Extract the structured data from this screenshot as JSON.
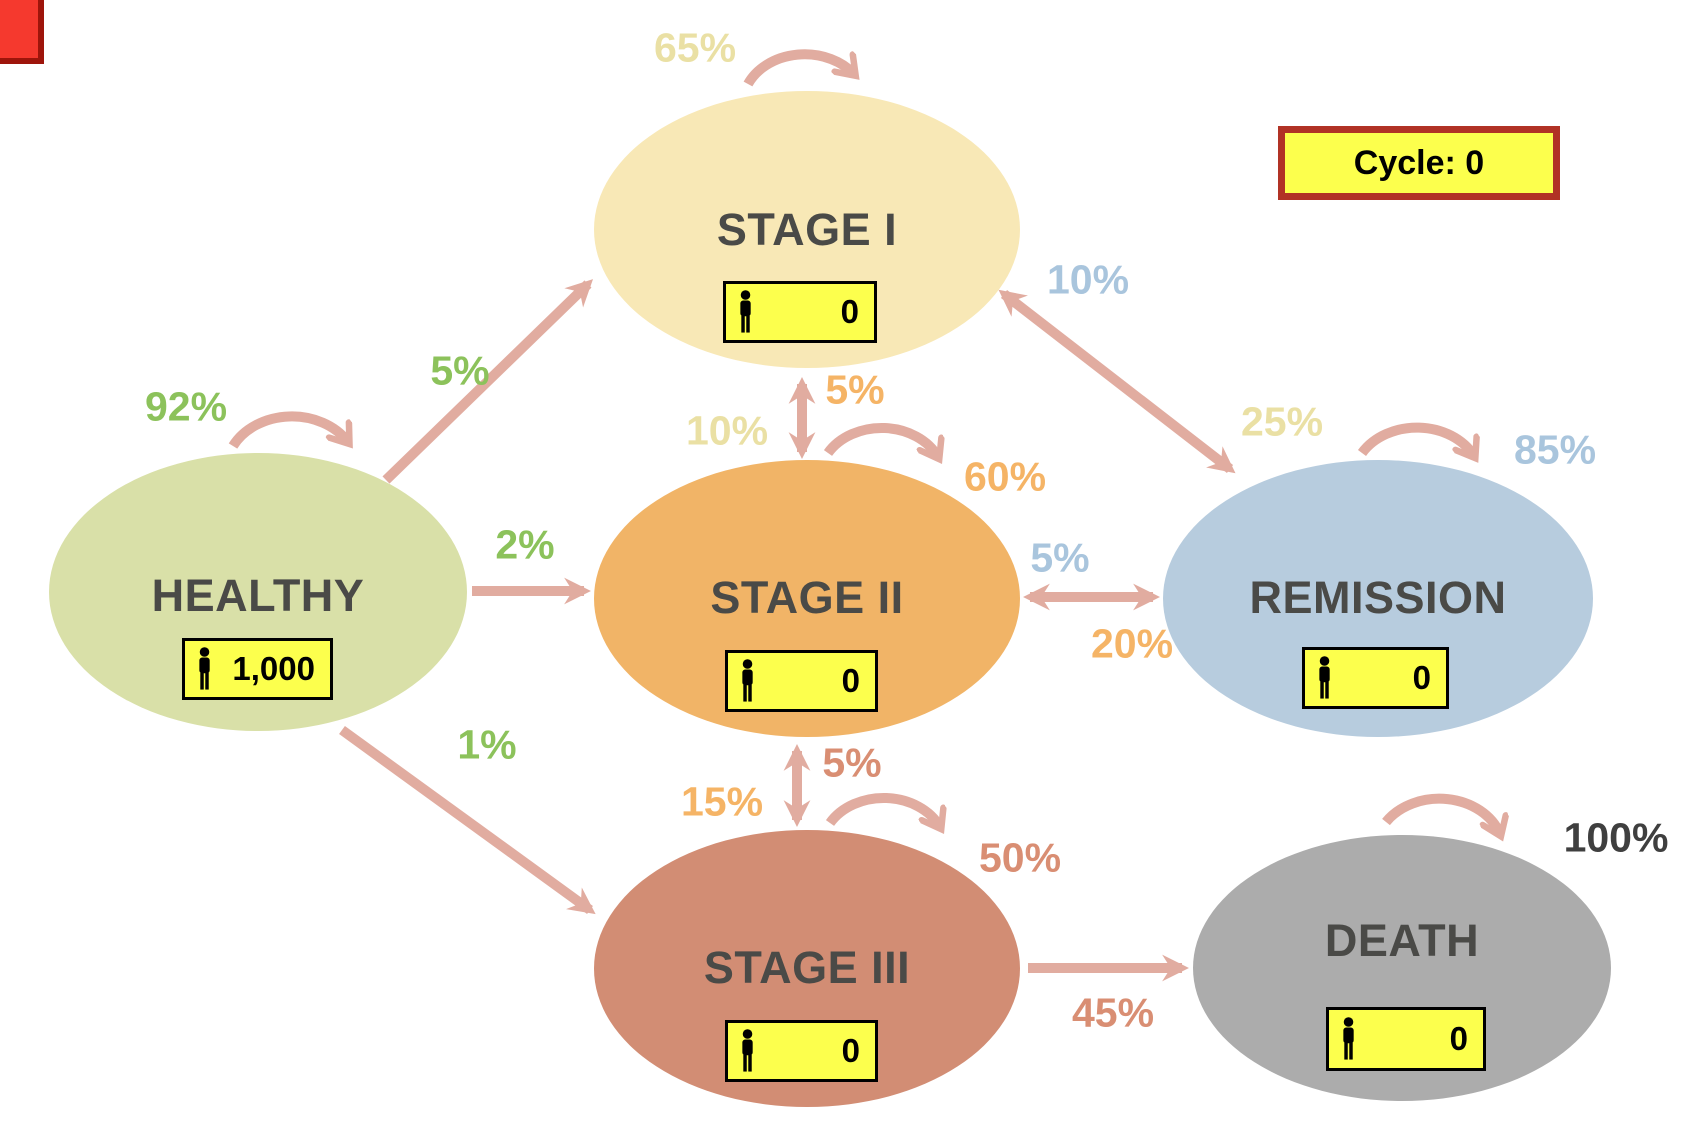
{
  "cycle": {
    "label": "Cycle: 0",
    "fill": "#FCFF4D",
    "border_color": "#B13225"
  },
  "corner_button": {
    "fill": "#F5392E",
    "edge_color": "#9E150B"
  },
  "colors": {
    "arrow": "#E1ACA0",
    "box_fill": "#FCFF4D",
    "state_label": "#4A4A47"
  },
  "states": {
    "healthy": {
      "label": "HEALTHY",
      "count": "1,000",
      "fill": "#D9E0A8",
      "self_loop_pct": "92%",
      "self_loop_color": "#8CC25B"
    },
    "stage1": {
      "label": "STAGE I",
      "count": "0",
      "fill": "#F8E8B6",
      "self_loop_pct": "65%",
      "self_loop_color": "#EAE0A4"
    },
    "stage2": {
      "label": "STAGE II",
      "count": "0",
      "fill": "#F1B467",
      "self_loop_pct": "60%",
      "self_loop_color": "#F5B466"
    },
    "stage3": {
      "label": "STAGE III",
      "count": "0",
      "fill": "#D28D74",
      "self_loop_pct": "50%",
      "self_loop_color": "#D98E73"
    },
    "remission": {
      "label": "REMISSION",
      "count": "0",
      "fill": "#B7CCDE",
      "self_loop_pct": "85%",
      "self_loop_color": "#A9C5DD"
    },
    "death": {
      "label": "DEATH",
      "count": "0",
      "fill": "#ACACAC",
      "self_loop_pct": "100%",
      "self_loop_color": "#3F3F3F"
    }
  },
  "transitions": {
    "healthy_to_stage1": {
      "label": "5%",
      "color": "#8CC25B"
    },
    "healthy_to_stage2": {
      "label": "2%",
      "color": "#8CC25B"
    },
    "healthy_to_stage3": {
      "label": "1%",
      "color": "#8CC25B"
    },
    "stage1_to_stage2": {
      "label": "10%",
      "color": "#EAE0A4"
    },
    "stage2_to_stage1": {
      "label": "5%",
      "color": "#F5B466"
    },
    "stage2_to_stage3": {
      "label": "15%",
      "color": "#F5B466"
    },
    "stage3_to_stage2": {
      "label": "5%",
      "color": "#D98E73"
    },
    "stage1_to_remission": {
      "label": "25%",
      "color": "#EAE0A4"
    },
    "remission_to_stage1": {
      "label": "10%",
      "color": "#A9C5DD"
    },
    "stage2_to_remission": {
      "label": "20%",
      "color": "#F5B466"
    },
    "remission_to_stage2": {
      "label": "5%",
      "color": "#A9C5DD"
    },
    "stage3_to_death": {
      "label": "45%",
      "color": "#D98E73"
    }
  }
}
